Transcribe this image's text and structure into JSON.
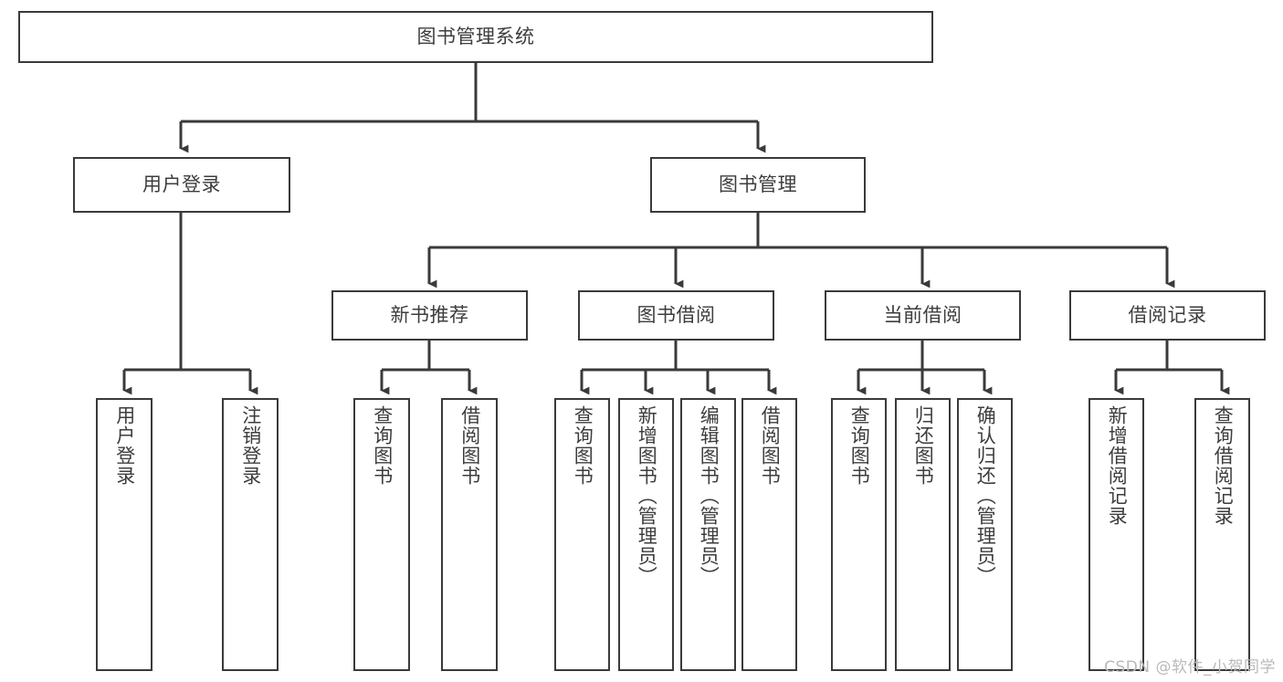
{
  "diagram": {
    "title": "图书管理系统",
    "watermark": "CSDN @软件_小贺同学",
    "line_color": "#3a3a3a",
    "box_fill": "#ffffff",
    "text_color": "#3d3d3d",
    "watermark_color": "#b9b9b9"
  },
  "nodes": {
    "root": {
      "label": "图书管理系统"
    },
    "level2": [
      {
        "label": "用户登录"
      },
      {
        "label": "图书管理"
      }
    ],
    "level3": [
      {
        "label": "新书推荐"
      },
      {
        "label": "图书借阅"
      },
      {
        "label": "当前借阅"
      },
      {
        "label": "借阅记录"
      }
    ],
    "leaves": {
      "user_login": [
        {
          "label": "用户登录"
        },
        {
          "label": "注销登录"
        }
      ],
      "new_book_recommend": [
        {
          "label": "查询图书"
        },
        {
          "label": "借阅图书"
        }
      ],
      "book_borrow": [
        {
          "label": "查询图书"
        },
        {
          "label": "新增图书（管理员）"
        },
        {
          "label": "编辑图书（管理员）"
        },
        {
          "label": "借阅图书"
        }
      ],
      "current_borrow": [
        {
          "label": "查询图书"
        },
        {
          "label": "归还图书"
        },
        {
          "label": "确认归还（管理员）"
        }
      ],
      "borrow_record": [
        {
          "label": "新增借阅记录"
        },
        {
          "label": "查询借阅记录"
        }
      ]
    }
  }
}
